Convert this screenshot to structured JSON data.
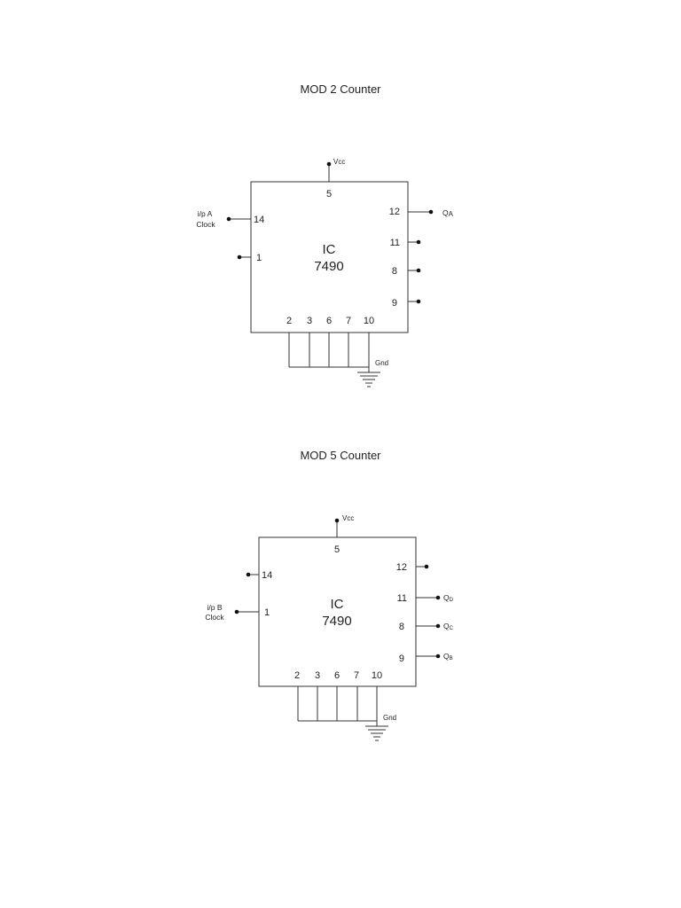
{
  "diagrams": [
    {
      "title": "MOD 2 Counter",
      "vcc": "Vcc",
      "gnd": "Gnd",
      "ic": [
        "IC",
        "7490"
      ],
      "pins": {
        "p5": "5",
        "p14": "14",
        "p1": "1",
        "p12": "12",
        "p11": "11",
        "p8": "8",
        "p9": "9",
        "p2": "2",
        "p3": "3",
        "p6": "6",
        "p7": "7",
        "p10": "10"
      },
      "input": [
        "i/p A",
        "Clock"
      ],
      "outputs": {
        "q12": {
          "main": "Q",
          "sub": "A"
        }
      }
    },
    {
      "title": "MOD 5 Counter",
      "vcc": "Vcc",
      "gnd": "Gnd",
      "ic": [
        "IC",
        "7490"
      ],
      "pins": {
        "p5": "5",
        "p14": "14",
        "p1": "1",
        "p12": "12",
        "p11": "11",
        "p8": "8",
        "p9": "9",
        "p2": "2",
        "p3": "3",
        "p6": "6",
        "p7": "7",
        "p10": "10"
      },
      "input": [
        "i/p B",
        "Clock"
      ],
      "outputs": {
        "q11": {
          "main": "Q",
          "sub": "D"
        },
        "q8": {
          "main": "Q",
          "sub": "C"
        },
        "q9": {
          "main": "Q",
          "sub": "B"
        }
      }
    }
  ]
}
